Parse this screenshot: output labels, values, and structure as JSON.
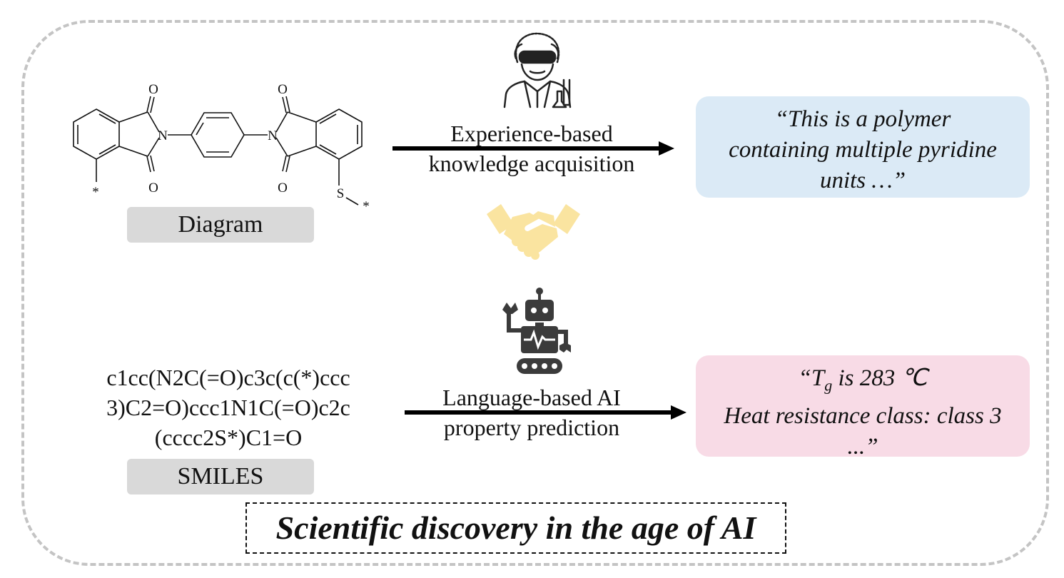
{
  "structure": {
    "atoms": {
      "o": "O",
      "n": "N",
      "s": "S",
      "star": "*"
    },
    "caption": "Diagram"
  },
  "smiles": {
    "lines": [
      "c1cc(N2C(=O)c3c(c(*)ccc",
      "3)C2=O)ccc1N1C(=O)c2c",
      "(cccc2S*)C1=O"
    ],
    "caption": "SMILES"
  },
  "top_flow": {
    "label_line1": "Experience-based",
    "label_line2": "knowledge acquisition",
    "icon": "scientist-icon",
    "bubble_lines": [
      "“This is a polymer",
      "containing multiple pyridine",
      "units …”"
    ],
    "bubble_color": "#dbeaf6"
  },
  "middle": {
    "icon": "handshake-icon",
    "color": "#fae4a0"
  },
  "bottom_flow": {
    "label_line1": "Language-based AI",
    "label_line2": "property prediction",
    "icon": "robot-icon",
    "bubble_line1_prefix": "“T",
    "bubble_line1_sub": "g",
    "bubble_line1_suffix": " is 283 ℃",
    "bubble_line2": "Heat resistance class: class 3",
    "bubble_line3": "...”",
    "bubble_color": "#f8dbe6"
  },
  "title": "Scientific discovery in the age of AI"
}
